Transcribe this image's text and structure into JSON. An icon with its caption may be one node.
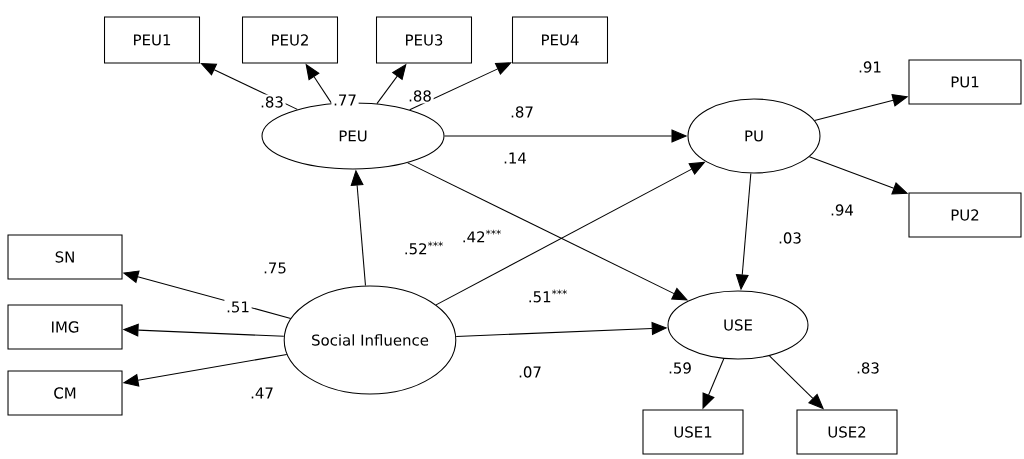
{
  "diagram": {
    "nodes": [
      {
        "text": [
          "PEU1"
        ]
      },
      {
        "text": [
          "PEU2"
        ]
      },
      {
        "text": [
          "PEU3"
        ]
      },
      {
        "text": [
          "PEU4"
        ]
      },
      {
        "text": [
          "PU1"
        ]
      },
      {
        "text": [
          "PU2"
        ]
      },
      {
        "text": [
          "SN"
        ]
      },
      {
        "text": [
          "IMG"
        ]
      },
      {
        "text": [
          "CM"
        ]
      },
      {
        "text": [
          "USE1"
        ]
      },
      {
        "text": [
          "USE2"
        ]
      },
      {
        "text": [
          "PEU"
        ]
      },
      {
        "text": [
          "PU"
        ]
      },
      {
        "text": [
          "Social Influence"
        ]
      },
      {
        "text": [
          "USE"
        ]
      }
    ],
    "edges": [
      {
        "from": 11,
        "to": 0,
        "arrow": "to",
        "label": ".83"
      },
      {
        "from": 11,
        "to": 1,
        "arrow": "to",
        "label": ".77"
      },
      {
        "from": 11,
        "to": 2,
        "arrow": "to",
        "label": ".88"
      },
      {
        "from": 11,
        "to": 3,
        "arrow": "to",
        "label": ".87"
      },
      {
        "from": 12,
        "to": 4,
        "arrow": "to",
        "label": ".91"
      },
      {
        "from": 12,
        "to": 5,
        "arrow": "to",
        "label": ".94"
      },
      {
        "from": 13,
        "to": 6,
        "arrow": "to",
        "label": ".75"
      },
      {
        "from": 13,
        "to": 7,
        "arrow": "to",
        "label": ".51"
      },
      {
        "from": 13,
        "to": 8,
        "arrow": "to",
        "label": ".47"
      },
      {
        "from": 14,
        "to": 9,
        "arrow": "to",
        "label": ".59"
      },
      {
        "from": 14,
        "to": 10,
        "arrow": "to",
        "label": ".83"
      },
      {
        "from": 11,
        "to": 12,
        "arrow": "to",
        "label": ".14"
      },
      {
        "from": 11,
        "to": 14,
        "arrow": "to",
        "label": ".42$^{***}$"
      },
      {
        "from": 13,
        "to": 11,
        "arrow": "to",
        "label": ".52$^{***}$"
      },
      {
        "from": 13,
        "to": 12,
        "arrow": "to",
        "label": ".51$^{***}$"
      },
      {
        "from": 13,
        "to": 14,
        "arrow": "to",
        "label": ".07"
      },
      {
        "from": 12,
        "to": 14,
        "arrow": "to",
        "label": ".03"
      }
    ]
  }
}
